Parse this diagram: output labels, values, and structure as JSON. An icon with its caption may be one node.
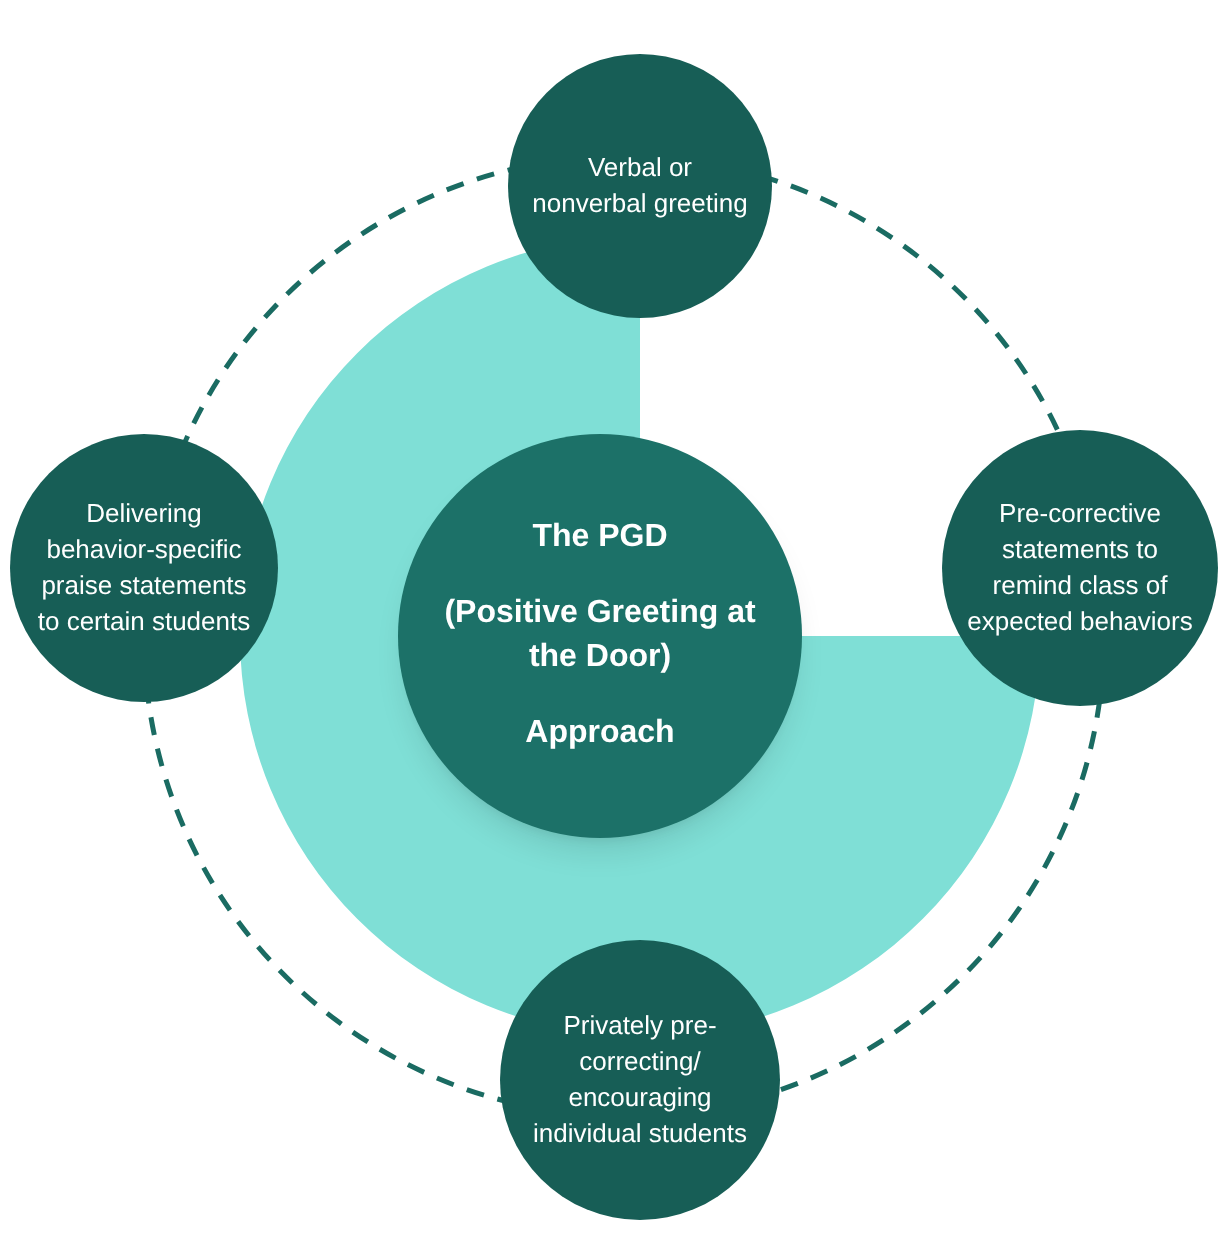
{
  "diagram": {
    "nodes": [
      {
        "text": [
          "The PGD",
          "(Positive Greeting at the Door)",
          "Approach"
        ]
      },
      {
        "text": [
          "Verbal or nonverbal greeting"
        ]
      },
      {
        "text": [
          "Delivering behavior-specific praise statements to certain students"
        ]
      },
      {
        "text": [
          "Pre-corrective statements to remind class of expected behaviors"
        ]
      },
      {
        "text": [
          "Privately pre-correcting/ encouraging individual students"
        ]
      }
    ]
  }
}
